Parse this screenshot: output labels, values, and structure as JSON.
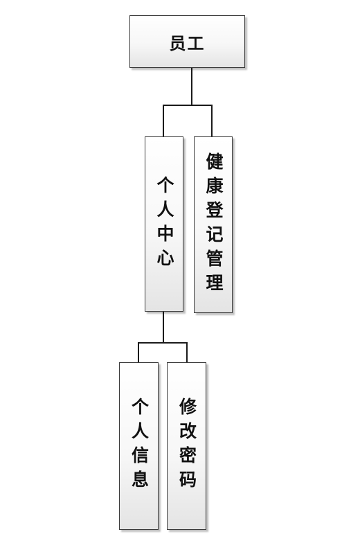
{
  "nodes": {
    "root": {
      "label": "员工"
    },
    "personal_center": {
      "label": "个人中心"
    },
    "health_registration": {
      "label": "健康登记管理"
    },
    "personal_info": {
      "label": "个人信息"
    },
    "change_password": {
      "label": "修改密码"
    }
  },
  "colors": {
    "line": "#1a1a1a",
    "border": "#3a3a3a",
    "fill_top": "#ffffff",
    "fill_bottom": "#e4e4e4"
  }
}
